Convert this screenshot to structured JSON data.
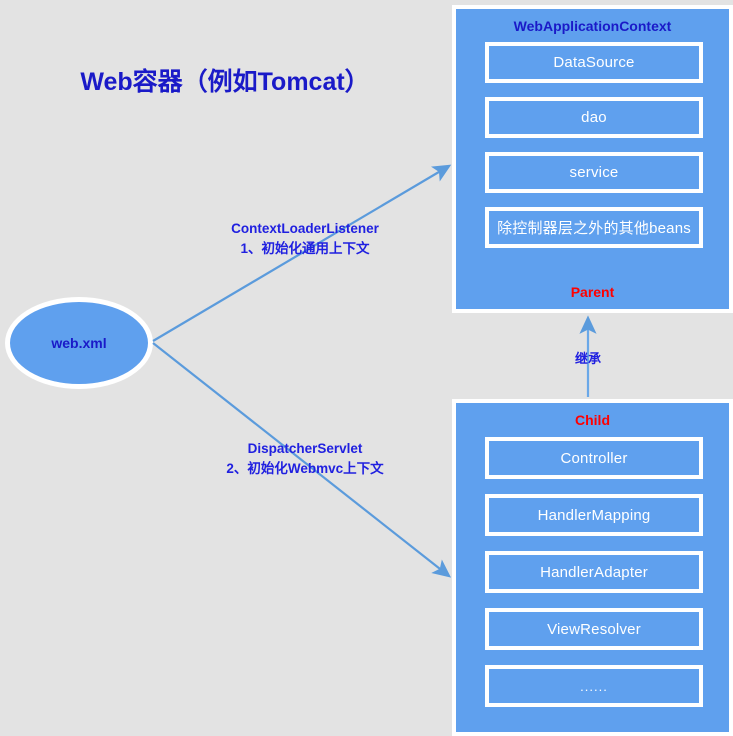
{
  "colors": {
    "background": "#e3e3e3",
    "panel_blue": "#5fa0ee",
    "border_white": "#ffffff",
    "title_blue": "#1a1ac8",
    "label_blue": "#2020e0",
    "accent_red": "#ff0000",
    "arrow_blue": "#5b9bdc"
  },
  "title": "Web容器（例如Tomcat）",
  "entry": {
    "label": "web.xml",
    "shape": "ellipse"
  },
  "flows": [
    {
      "id": "context-loader-listener",
      "line1": "ContextLoaderListener",
      "line2": "1、初始化通用上下文",
      "direction": "up-right"
    },
    {
      "id": "dispatcher-servlet",
      "line1": "DispatcherServlet",
      "line2": "2、初始化Webmvc上下文",
      "direction": "down-right"
    }
  ],
  "inheritance": {
    "label": "继承",
    "from": "Child",
    "to": "Parent",
    "direction": "up"
  },
  "panels": [
    {
      "id": "parent-context",
      "heading": "WebApplicationContext",
      "footer": "Parent",
      "beans": [
        {
          "label": "DataSource"
        },
        {
          "label": "dao"
        },
        {
          "label": "service"
        },
        {
          "label": "除控制器层之外的其他beans"
        }
      ]
    },
    {
      "id": "child-context",
      "heading": "Child",
      "footer": "",
      "beans": [
        {
          "label": "Controller"
        },
        {
          "label": "HandlerMapping"
        },
        {
          "label": "HandlerAdapter"
        },
        {
          "label": "ViewResolver"
        },
        {
          "label": "......"
        }
      ]
    }
  ]
}
